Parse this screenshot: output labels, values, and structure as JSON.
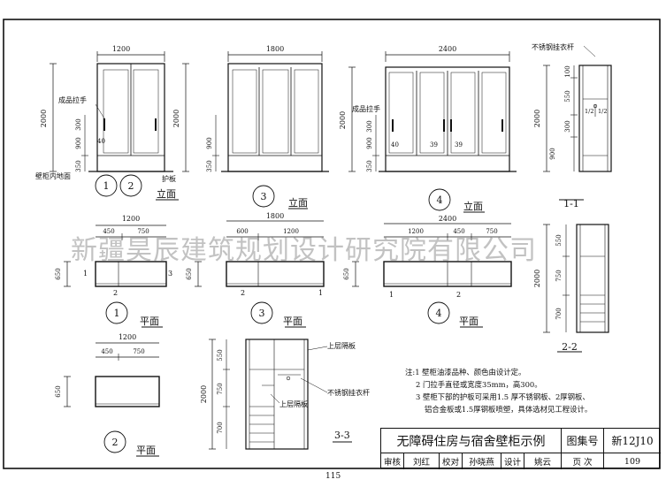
{
  "watermark": "新疆昊辰建筑规划设计研究院有限公司",
  "page_number": "115",
  "elevations": {
    "e12": {
      "width": "1200",
      "height_total": "2000",
      "h_low": "350",
      "h_mid": "900",
      "h_handle": "300",
      "gap": "40",
      "label_handle": "成品拉手",
      "label_floor": "壁柜内地面",
      "label_guard": "护板",
      "num_a": "1",
      "num_b": "2",
      "caption": "立面"
    },
    "e3": {
      "width": "1800",
      "height_total": "2000",
      "h_low": "350",
      "h_mid": "900",
      "num": "3",
      "caption": "立面"
    },
    "e4": {
      "width": "2400",
      "height_total": "2000",
      "h_low": "350",
      "h_mid": "900",
      "h_handle": "300",
      "gap": "40",
      "gap2": "39",
      "gap3": "39",
      "label_handle": "成品拉手",
      "num": "4",
      "caption": "立面"
    },
    "s11": {
      "label_rod": "不锈钢挂衣杆",
      "h_total": "2000",
      "d_100": "100",
      "d_550": "550",
      "d_300": "300",
      "d_900": "900",
      "half1": "1/2",
      "half2": "1/2",
      "caption": "1-1"
    }
  },
  "plans": {
    "p1": {
      "width": "1200",
      "d1": "450",
      "d2": "750",
      "depth": "650",
      "sec_a": "1",
      "sec_b": "2",
      "sec_c": "3",
      "num": "1",
      "caption": "平面"
    },
    "p3": {
      "width": "1800",
      "d1": "600",
      "d2": "1200",
      "depth": "650",
      "sec_a": "2",
      "sec_b": "1",
      "num": "3",
      "caption": "平面"
    },
    "p4": {
      "width": "2400",
      "d1": "1200",
      "d2": "450",
      "d3": "750",
      "depth": "650",
      "sec_a": "1",
      "sec_b": "2",
      "num": "4",
      "caption": "平面"
    },
    "p2": {
      "width": "1200",
      "d1": "450",
      "d2": "750",
      "depth": "650",
      "num": "2",
      "caption": "平面"
    }
  },
  "sections": {
    "s22": {
      "d_550": "550",
      "d_750": "750",
      "d_700": "700",
      "h_total": "2000",
      "caption": "2-2"
    },
    "s33": {
      "d_550": "550",
      "d_750": "750",
      "d_700": "700",
      "h_total": "2000",
      "label_upper": "上层隔板",
      "label_rod": "不锈钢挂衣杆",
      "label_upper2": "上层隔板",
      "caption": "3-3"
    }
  },
  "notes": {
    "n1": "注:1  壁柜油漆品种、颜色由设计定。",
    "n2": "2  门拉手直径或宽度35mm，高300。",
    "n3": "3  壁柜下部的护板可采用1.5 厚不锈钢板、2厚钢板、",
    "n4": "铝合金板或1.5厚钢板喷塑，具体选材见工程设计。"
  },
  "titleblock": {
    "title": "无障碍住房与宿舍壁柜示例",
    "atlas_label": "图集号",
    "atlas_value": "新12J10",
    "review_label": "审核",
    "review_sign": "刘红",
    "check_label": "校对",
    "check_sign": "孙晓燕",
    "design_label": "设计",
    "design_sign": "姚云",
    "page_label": "页  次",
    "page_value": "109"
  }
}
